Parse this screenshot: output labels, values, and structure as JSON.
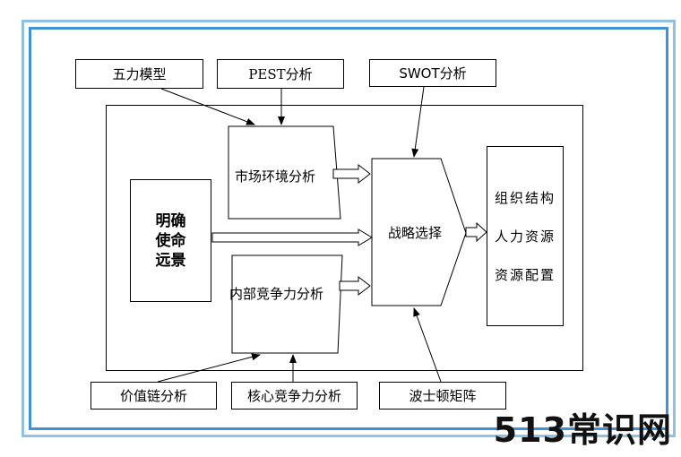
{
  "inputs_top": {
    "five_forces": "五力模型",
    "pest": "PEST分析",
    "swot": "SWOT分析"
  },
  "mission": {
    "line1": "明确",
    "line2": "使命",
    "line3": "远景"
  },
  "analysis": {
    "market_env": "市场环境分析",
    "internal_comp": "内部竞争力分析"
  },
  "strategy": "战略选择",
  "outputs": {
    "org_structure": "组织结构",
    "human_resources": "人力资源",
    "resource_alloc": "资源配置"
  },
  "inputs_bottom": {
    "value_chain": "价值链分析",
    "core_comp": "核心竞争力分析",
    "bcg": "波士顿矩阵"
  },
  "watermark": "513常识网"
}
